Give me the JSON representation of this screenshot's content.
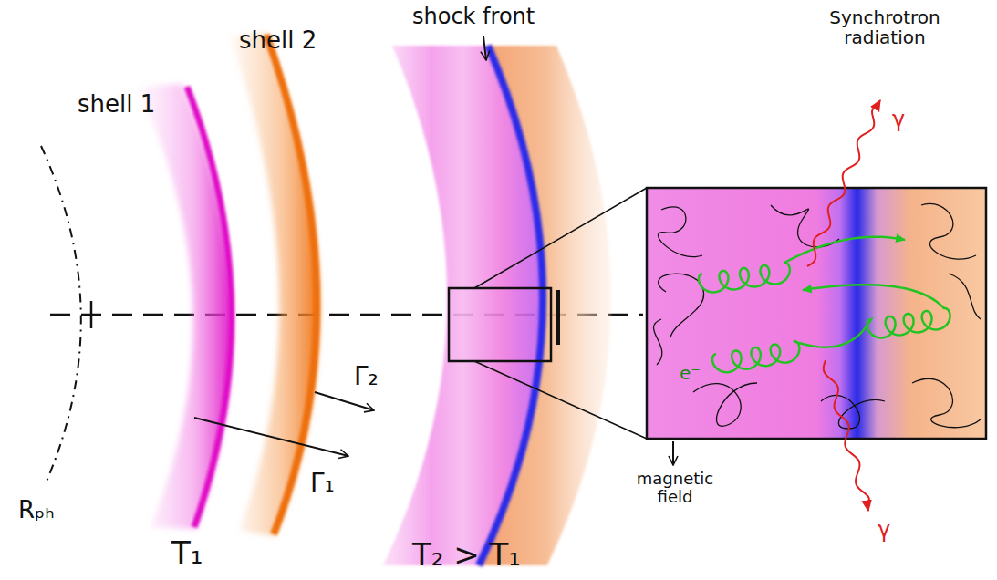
{
  "diagram": {
    "labels": [
      "shell 1",
      "shell 2",
      "shock front",
      "Synchrotron radiation",
      "Rₚₕ",
      "Γ₁",
      "Γ₂",
      "T₁",
      "T₂ > T₁",
      "magnetic field",
      "e⁻",
      "γ",
      "γ"
    ]
  }
}
